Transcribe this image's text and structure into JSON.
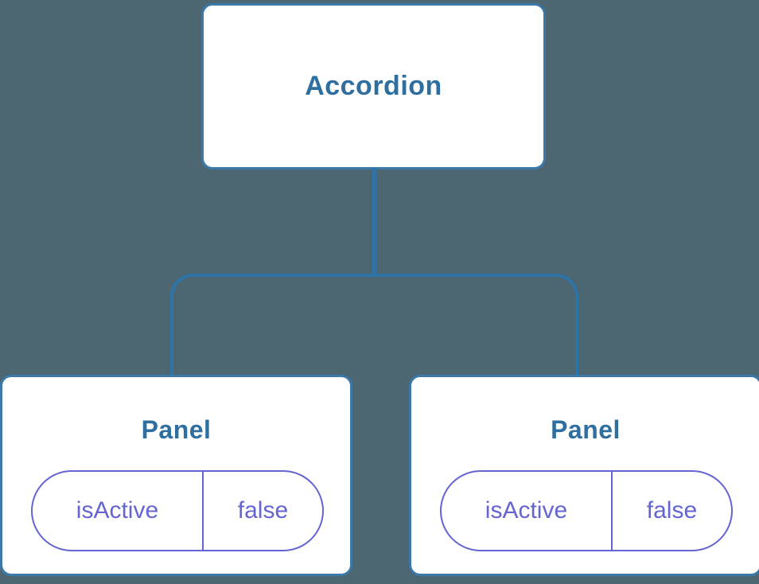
{
  "diagram": {
    "root_node": {
      "label": "Accordion"
    },
    "child_nodes": [
      {
        "label": "Panel",
        "state": {
          "key": "isActive",
          "value": "false"
        }
      },
      {
        "label": "Panel",
        "state": {
          "key": "isActive",
          "value": "false"
        }
      }
    ],
    "colors": {
      "background": "#4C6672",
      "node_bg": "#FFFFFF",
      "node_border": "#3B79A9",
      "node_text": "#2F6F9F",
      "connector": "#2E74A9",
      "state_accent": "#6464D2"
    }
  }
}
